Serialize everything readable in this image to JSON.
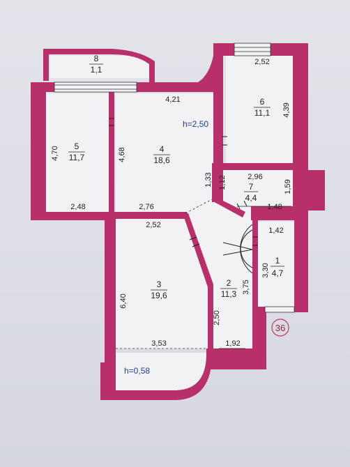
{
  "rooms": [
    {
      "number": "1",
      "area": "4,7"
    },
    {
      "number": "2",
      "area": "11,3"
    },
    {
      "number": "3",
      "area": "19,6"
    },
    {
      "number": "4",
      "area": "18,6"
    },
    {
      "number": "5",
      "area": "11,7"
    },
    {
      "number": "6",
      "area": "11,1"
    },
    {
      "number": "7",
      "area": "4,4"
    },
    {
      "number": "8",
      "area": "1,1"
    }
  ],
  "dimensions": {
    "d_4_21": "4,21",
    "d_2_52_top": "2,52",
    "d_4_39": "4,39",
    "d_4_70": "4,70",
    "d_4_68": "4,68",
    "d_1_33": "1,33",
    "d_1_12": "1,12",
    "d_2_96": "2,96",
    "d_1_59": "1,59",
    "d_2_48": "2,48",
    "d_2_76": "2,76",
    "d_1_48": "1,48",
    "d_2_52_mid": "2,52",
    "d_1_42": "1,42",
    "d_6_40": "6,40",
    "d_3_30": "3,30",
    "d_3_75": "3,75",
    "d_2_50": "2,50",
    "d_3_53": "3,53",
    "d_1_92": "1,92"
  },
  "heights": {
    "main": "h=2,50",
    "loggia": "h=0,58"
  },
  "badge": "36"
}
